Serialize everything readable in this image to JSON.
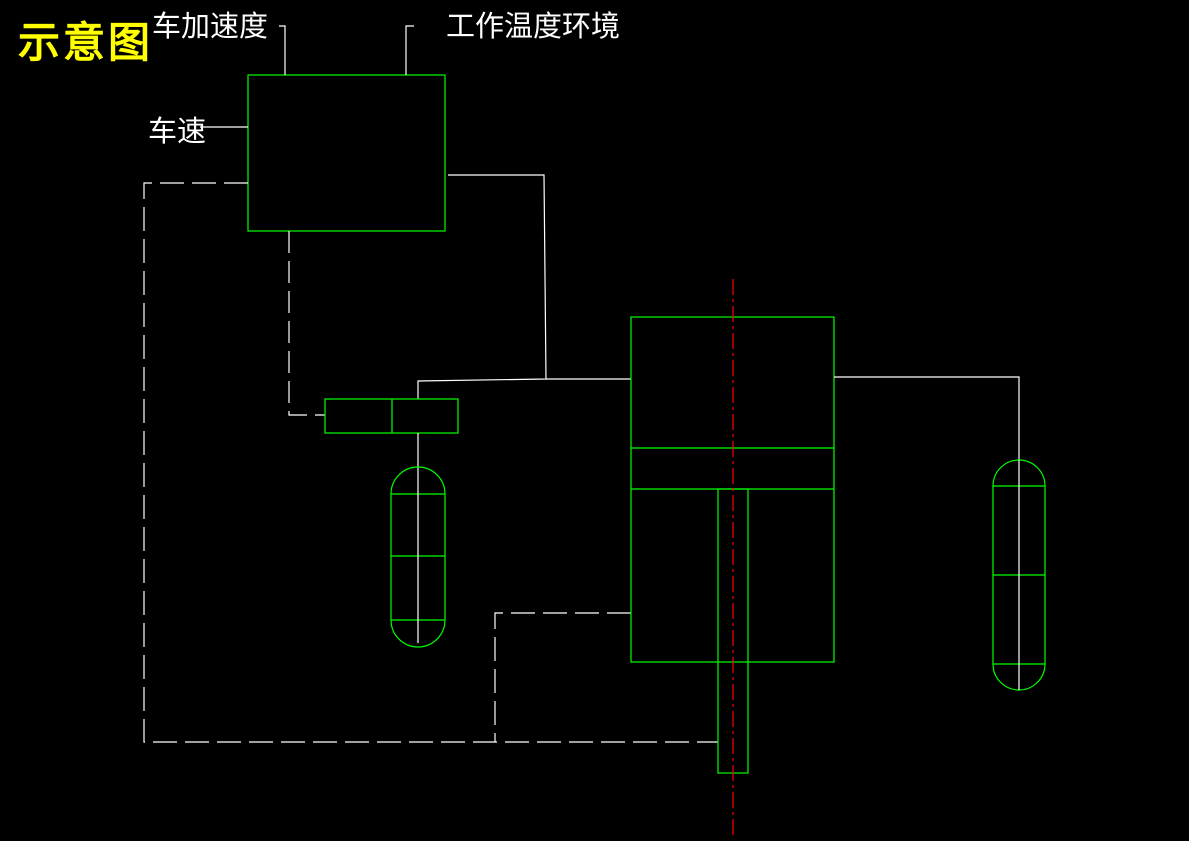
{
  "title": "示意图",
  "labels": {
    "body_acceleration": "车加速度",
    "work_temperature": "工作温度环境",
    "vehicle_speed": "车速"
  },
  "colors": {
    "background": "#000000",
    "component": "#00ff00",
    "signal_line": "#ffffff",
    "center_line": "#ff0000",
    "title": "#ffff00"
  }
}
